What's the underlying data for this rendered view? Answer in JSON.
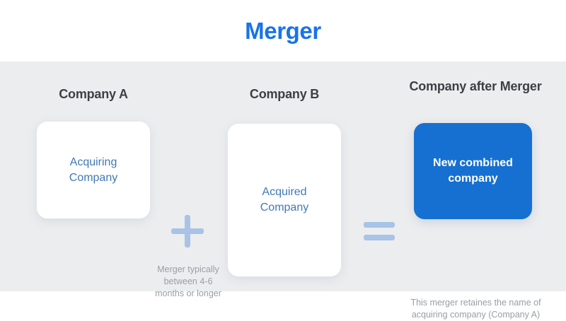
{
  "header": {
    "title": "Merger",
    "title_color": "#1a73e8"
  },
  "theme": {
    "background": "#ffffff",
    "panel_background": "#ecedef",
    "accent_blue": "#1670d1",
    "card_text_blue": "#4079b5",
    "operator_blue": "#a8c3e6",
    "heading_color": "#3c3f44",
    "caption_color": "#9a9ea4"
  },
  "columns": [
    {
      "heading": "Company A",
      "card_label": "Acquiring Company",
      "card_style": "white"
    },
    {
      "heading": "Company B",
      "card_label": "Acquired Company",
      "card_style": "white"
    },
    {
      "heading": "Company after Merger",
      "card_label": "New combined company",
      "card_style": "blue"
    }
  ],
  "operators": {
    "plus": "+",
    "equals": "="
  },
  "captions": {
    "middle": "Merger typically between 4-6 months or longer",
    "right": "This merger retaines the name of acquiring company (Company A)"
  }
}
